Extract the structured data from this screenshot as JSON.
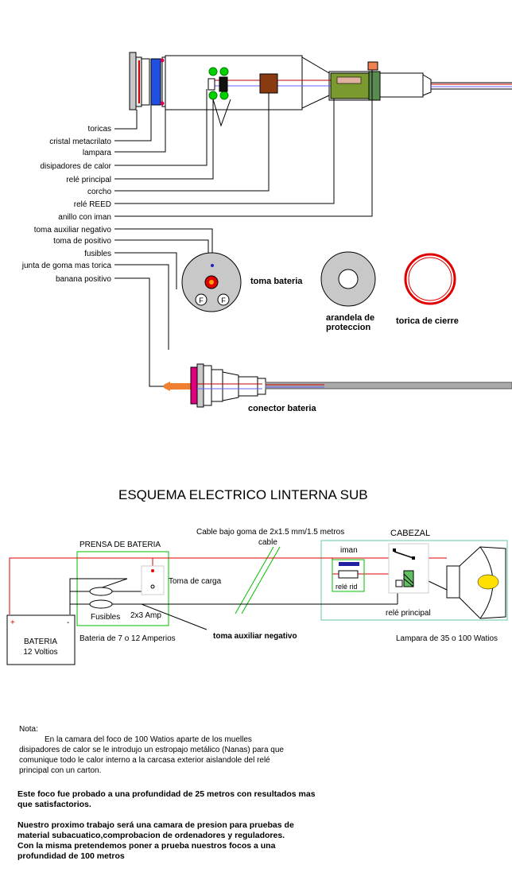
{
  "top_diagram": {
    "labels": {
      "toricas": "toricas",
      "cristal": "cristal metacrilato",
      "lampara": "lampara",
      "disipadores": "disipadores de calor",
      "rele_principal": "relé principal",
      "corcho": "corcho",
      "rele_reed": "relé REED",
      "anillo": "anillo con iman",
      "toma_aux_neg": "toma auxiliar negativo",
      "toma_pos": "toma de positivo",
      "fusibles": "fusibles",
      "junta": "junta de goma mas torica",
      "banana": "banana positivo"
    },
    "fuse_letter": "F",
    "toma_bateria": "toma bateria",
    "arandela_1": "arandela de",
    "arandela_2": "proteccion",
    "torica_cierre": "torica de cierre",
    "conector_bateria": "conector bateria"
  },
  "schematic": {
    "title": "ESQUEMA ELECTRICO LINTERNA SUB",
    "cable_note": "Cable bajo goma de 2x1.5 mm/1.5 metros",
    "cable": "cable",
    "cabezal": "CABEZAL",
    "prensa": "PRENSA DE BATERIA",
    "toma_carga": "Toma de carga",
    "iman": "iman",
    "rele_rid": "relé rid",
    "rele_principal": "relé principal",
    "fusibles": "Fusibles",
    "amp": "2x3 Amp",
    "toma_aux_neg": "toma auxiliar negativo",
    "bateria_1": "BATERIA",
    "bateria_2": "12 Voltios",
    "bateria_desc": "Bateria de 7 o 12 Amperios",
    "lampara_desc": "Lampara de 35 o 100  Watios",
    "plus": "+",
    "minus": "-"
  },
  "notes": {
    "nota": "Nota:",
    "p1_l1": "En la camara del foco de 100 Watios aparte de los muelles",
    "p1_l2": "disipadores de calor se le introdujo un estropajo metálico (Nanas) para que",
    "p1_l3": "comunique todo le calor interno a la carcasa exterior aislandole del relé",
    "p1_l4": "principal con un carton.",
    "p2_l1": "Este foco fue probado a una profundidad de 25 metros con resultados mas",
    "p2_l2": "que satisfactorios.",
    "p3_l1": "Nuestro proximo trabajo será una camara de presion para pruebas de",
    "p3_l2": "material subacuatico,comprobacion de ordenadores y reguladores.",
    "p3_l3": "Con la misma pretendemos poner a prueba nuestros focos a una",
    "p3_l4": "profundidad de 100 metros"
  }
}
